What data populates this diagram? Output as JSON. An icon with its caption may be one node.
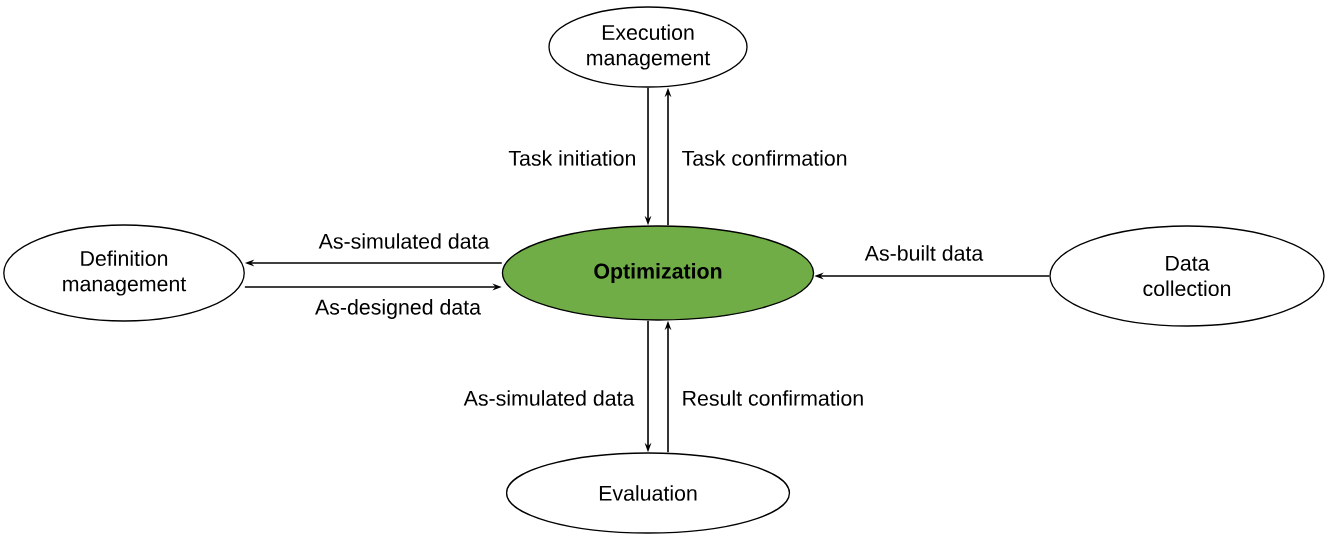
{
  "diagram": {
    "nodes": [
      {
        "text": [
          "Execution management"
        ]
      },
      {
        "text": [
          "Definition management"
        ]
      },
      {
        "text": [
          "Optimization"
        ]
      },
      {
        "text": [
          "Data collection"
        ]
      },
      {
        "text": [
          "Evaluation"
        ]
      }
    ],
    "edges": [
      {
        "from": 0,
        "to": 2,
        "arrow": "to",
        "label": "Task initiation"
      },
      {
        "from": 2,
        "to": 0,
        "arrow": "to",
        "label": "Task confirmation"
      },
      {
        "from": 2,
        "to": 1,
        "arrow": "to",
        "label": "As-simulated data"
      },
      {
        "from": 1,
        "to": 2,
        "arrow": "to",
        "label": "As-designed data"
      },
      {
        "from": 3,
        "to": 2,
        "arrow": "to",
        "label": "As-built data"
      },
      {
        "from": 2,
        "to": 4,
        "arrow": "to",
        "label": "As-simulated data"
      },
      {
        "from": 4,
        "to": 2,
        "arrow": "to",
        "label": "Result confirmation"
      }
    ]
  }
}
